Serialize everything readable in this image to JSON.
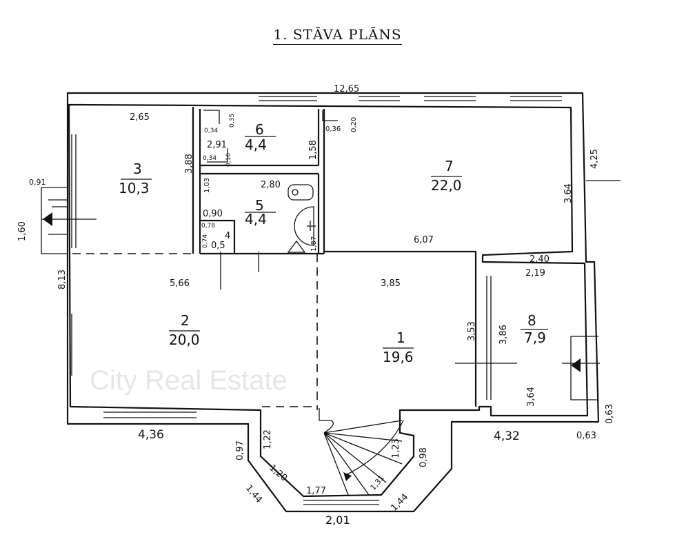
{
  "title": "1. STĀVA PLĀNS",
  "watermark": "City Real Estate",
  "rooms": [
    {
      "number": "1",
      "area": "19,6"
    },
    {
      "number": "2",
      "area": "20,0"
    },
    {
      "number": "3",
      "area": "10,3"
    },
    {
      "number": "4",
      "area": "0,5"
    },
    {
      "number": "5",
      "area": "4,4"
    },
    {
      "number": "6",
      "area": "4,4"
    },
    {
      "number": "7",
      "area": "22,0"
    },
    {
      "number": "8",
      "area": "7,9"
    }
  ],
  "dimensions": {
    "top_total": "12,65",
    "room3_width": "2,65",
    "room3_height": "3,88",
    "room6_width": "2,91",
    "room6_d1": "0,34",
    "room6_d2": "0,35",
    "room6_d3": "0,34",
    "room6_d4": "0,16",
    "room6_height": "1,58",
    "room7_d1": "0,36",
    "room7_d2": "0,20",
    "room7_height": "3,64",
    "right_upper": "4,25",
    "room5_width": "2,80",
    "room5_d1": "0,90",
    "room5_d2": "1,03",
    "room5_d3": "1,87",
    "room4_d1": "0,78",
    "room4_d2": "0,74",
    "room7_width": "6,07",
    "room2_width": "5,66",
    "room1_width": "3,85",
    "room1_height": "3,53",
    "room8_top": "2,40",
    "room8_width": "2,19",
    "room8_h1": "3,86",
    "room8_h2": "3,64",
    "left_total": "8,13",
    "porch_w": "0,91",
    "porch_h": "1,60",
    "bottom_left": "4,36",
    "bottom_right": "4,32",
    "corner_1": "0,63",
    "corner_2": "0,63",
    "bay_left": "0,97",
    "bay_inner_left": "1,22",
    "bay_diag_inner": "1,20",
    "bay_diag_left": "1,44",
    "bay_front_inner": "1,77",
    "bay_front": "2,01",
    "bay_diag_right": "1,44",
    "bay_right": "0,98",
    "stair_1": "1,23",
    "stair_2": "1,31"
  }
}
